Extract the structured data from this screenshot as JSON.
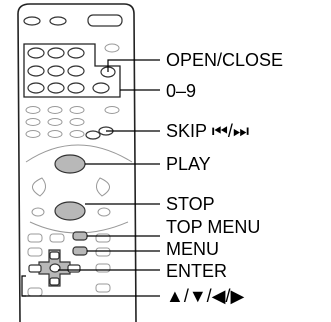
{
  "labels": {
    "open_close": "OPEN/CLOSE",
    "digits": "0–9",
    "skip": "SKIP ⏮/⏭",
    "play": "PLAY",
    "stop": "STOP",
    "top_menu": "TOP MENU",
    "menu": "MENU",
    "enter": "ENTER",
    "arrows": "▲/▼/◀/▶"
  },
  "colors": {
    "highlight": "#b8b8b8",
    "outline": "#222222"
  }
}
